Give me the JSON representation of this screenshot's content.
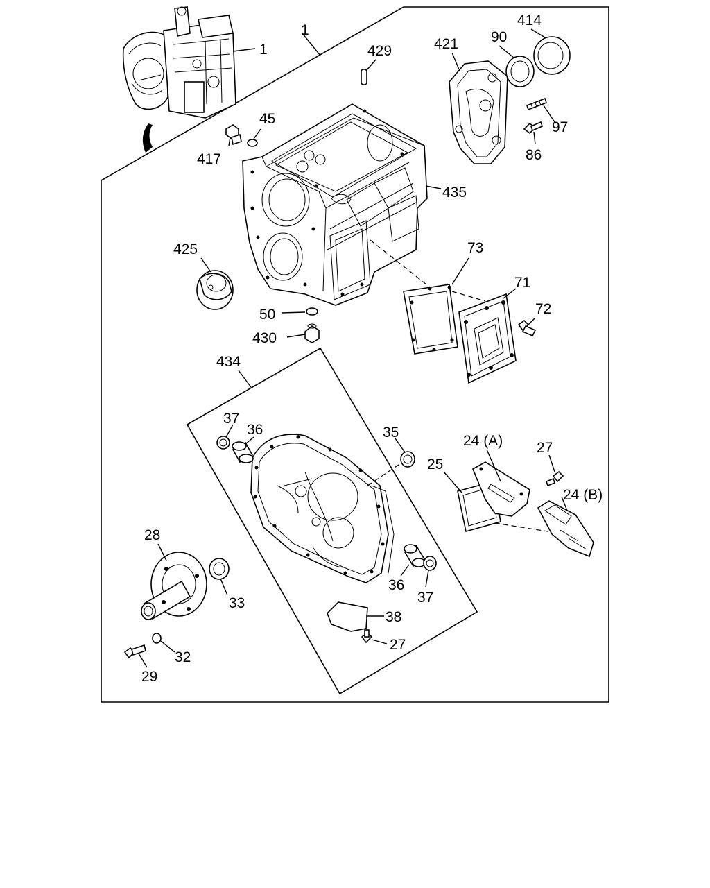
{
  "labels": {
    "p1": "1",
    "p1b": "1",
    "p429": "429",
    "p421": "421",
    "p90": "90",
    "p414": "414",
    "p45": "45",
    "p417": "417",
    "p97": "97",
    "p86": "86",
    "p435": "435",
    "p425": "425",
    "p73": "73",
    "p71": "71",
    "p72": "72",
    "p50": "50",
    "p430": "430",
    "p434": "434",
    "p37a": "37",
    "p36a": "36",
    "p35": "35",
    "p24a": "24 (A)",
    "p27a": "27",
    "p25": "25",
    "p24b": "24 (B)",
    "p28": "28",
    "p33": "33",
    "p36b": "36",
    "p37b": "37",
    "p38": "38",
    "p27b": "27",
    "p29": "29",
    "p32": "32"
  }
}
